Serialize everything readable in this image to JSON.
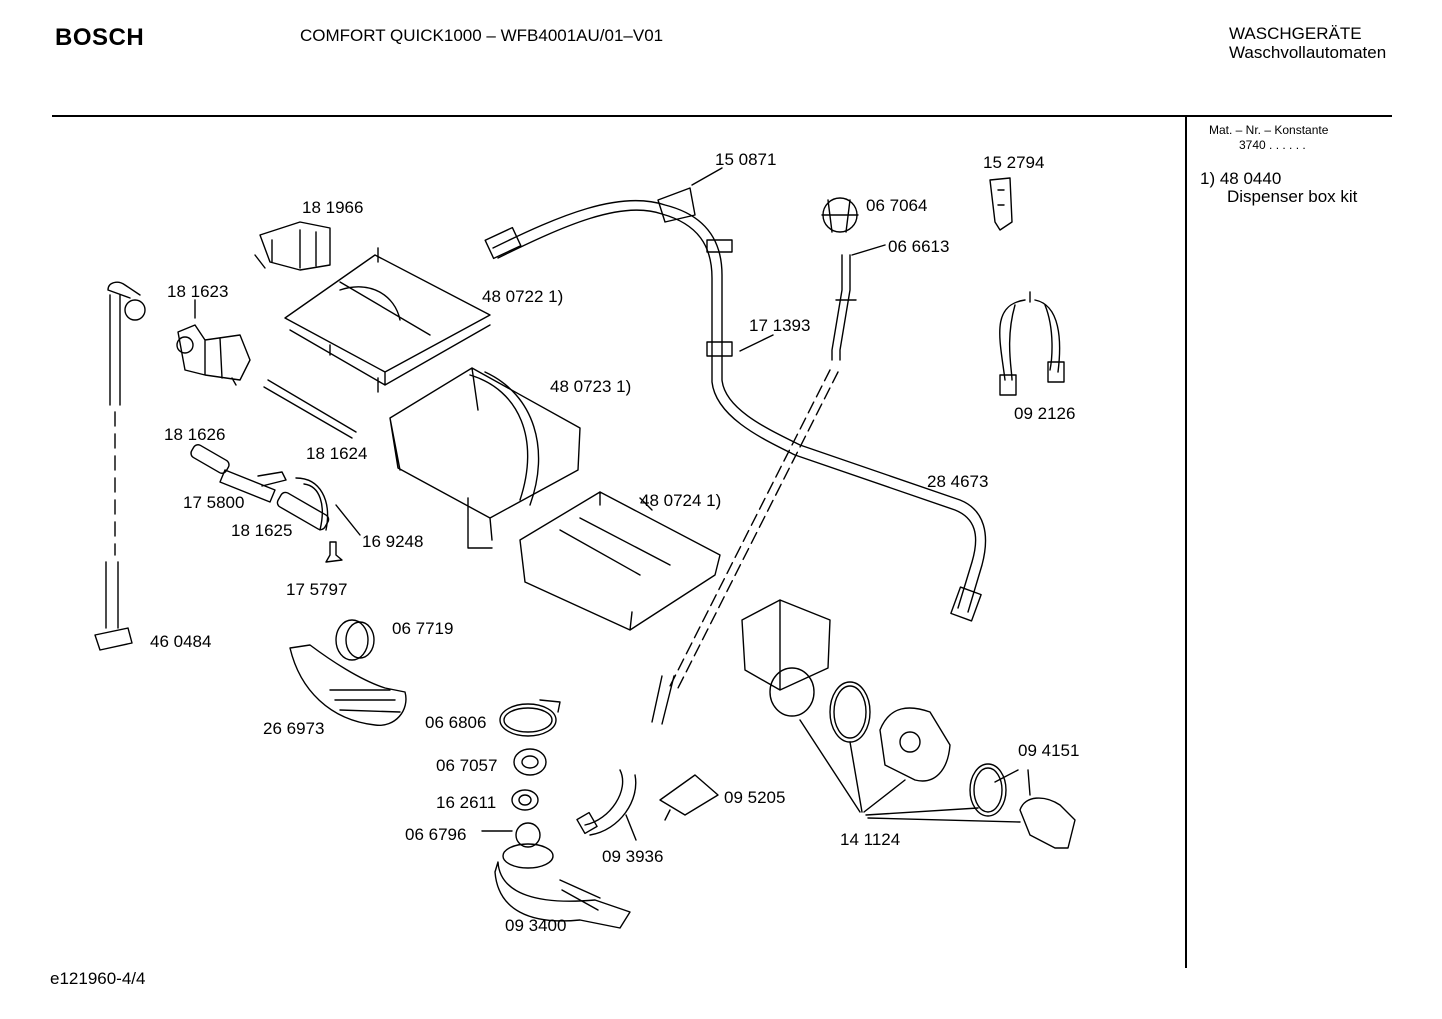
{
  "header": {
    "brand": "BOSCH",
    "model": "COMFORT QUICK1000 – WFB4001AU/01–V01",
    "category_line1": "WASCHGERÄTE",
    "category_line2": "Waschvollautomaten"
  },
  "notes": {
    "heading": "Mat. – Nr. – Konstante",
    "constant": "3740 . . . . . .",
    "footnote_number": "1) 48 0440",
    "footnote_text": "Dispenser box kit"
  },
  "parts": [
    {
      "id": "p150871",
      "label": "15 0871"
    },
    {
      "id": "p152794",
      "label": "15 2794"
    },
    {
      "id": "p181966",
      "label": "18 1966"
    },
    {
      "id": "p067064",
      "label": "06 7064"
    },
    {
      "id": "p066613",
      "label": "06 6613"
    },
    {
      "id": "p181623",
      "label": "18 1623"
    },
    {
      "id": "p480722",
      "label": "48 0722 1)"
    },
    {
      "id": "p171393",
      "label": "17 1393"
    },
    {
      "id": "p480723",
      "label": "48 0723 1)"
    },
    {
      "id": "p092126",
      "label": "09 2126"
    },
    {
      "id": "p181626",
      "label": "18 1626"
    },
    {
      "id": "p181624",
      "label": "18 1624"
    },
    {
      "id": "p284673",
      "label": "28 4673"
    },
    {
      "id": "p175800",
      "label": "17 5800"
    },
    {
      "id": "p480724",
      "label": "48 0724 1)"
    },
    {
      "id": "p181625",
      "label": "18 1625"
    },
    {
      "id": "p169248",
      "label": "16 9248"
    },
    {
      "id": "p175797",
      "label": "17 5797"
    },
    {
      "id": "p460484",
      "label": "46 0484"
    },
    {
      "id": "p067719",
      "label": "06 7719"
    },
    {
      "id": "p266973",
      "label": "26 6973"
    },
    {
      "id": "p066806",
      "label": "06 6806"
    },
    {
      "id": "p094151",
      "label": "09 4151"
    },
    {
      "id": "p067057",
      "label": "06 7057"
    },
    {
      "id": "p162611",
      "label": "16 2611"
    },
    {
      "id": "p095205",
      "label": "09 5205"
    },
    {
      "id": "p066796",
      "label": "06 6796"
    },
    {
      "id": "p141124",
      "label": "14 1124"
    },
    {
      "id": "p093936",
      "label": "09 3936"
    },
    {
      "id": "p093400",
      "label": "09 3400"
    }
  ],
  "footer": {
    "drawing_id": "e121960-4/4"
  }
}
